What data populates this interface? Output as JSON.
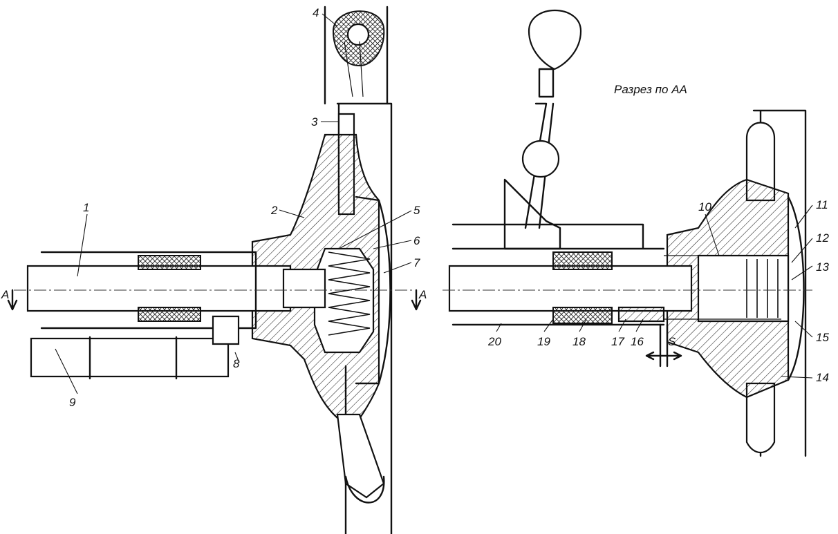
{
  "section_title": "Разрез по АА",
  "section_marks": {
    "left": "A",
    "right": "A"
  },
  "dimension_label": "S",
  "callouts": [
    {
      "id": "1",
      "text": "1"
    },
    {
      "id": "2",
      "text": "2"
    },
    {
      "id": "3",
      "text": "3"
    },
    {
      "id": "4",
      "text": "4"
    },
    {
      "id": "5",
      "text": "5"
    },
    {
      "id": "6",
      "text": "6"
    },
    {
      "id": "7",
      "text": "7"
    },
    {
      "id": "8",
      "text": "8"
    },
    {
      "id": "9",
      "text": "9"
    },
    {
      "id": "10",
      "text": "10"
    },
    {
      "id": "11",
      "text": "11"
    },
    {
      "id": "12",
      "text": "12"
    },
    {
      "id": "13",
      "text": "13"
    },
    {
      "id": "14",
      "text": "14"
    },
    {
      "id": "15",
      "text": "15"
    },
    {
      "id": "16",
      "text": "16"
    },
    {
      "id": "17",
      "text": "17"
    },
    {
      "id": "18",
      "text": "18"
    },
    {
      "id": "19",
      "text": "19"
    },
    {
      "id": "20",
      "text": "20"
    }
  ]
}
